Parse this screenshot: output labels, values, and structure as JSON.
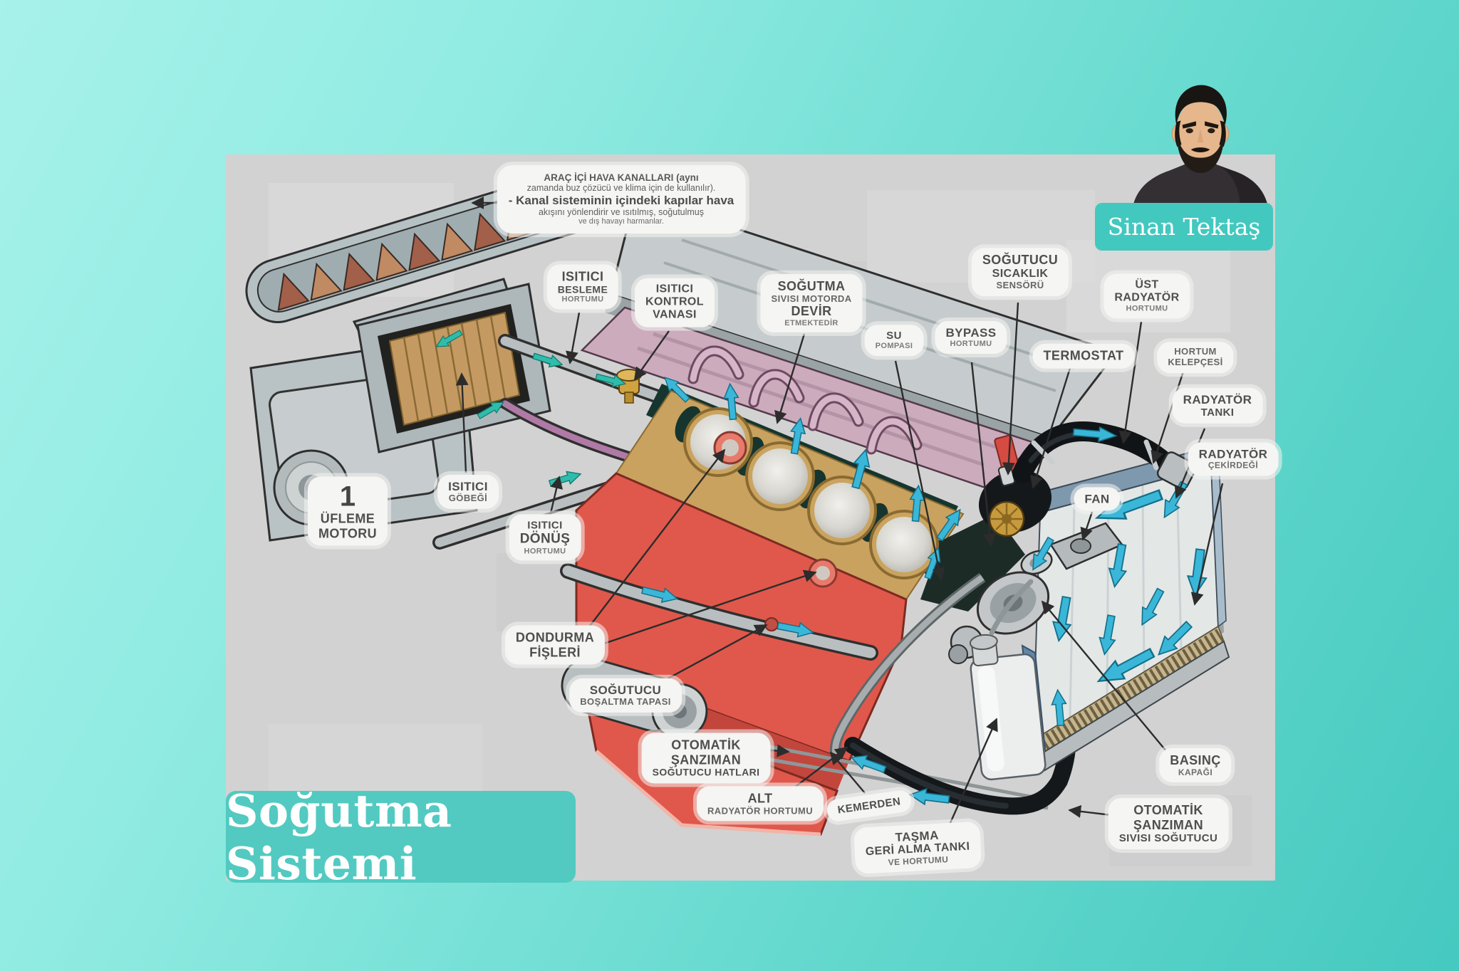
{
  "colors": {
    "accent_teal": "#4fc9c0",
    "photo_background": "#d2d2d2",
    "bubble_background": "#f5f5f3",
    "flow_arrow_blue": "#3ab7d8",
    "flow_arrow_teal": "#2fbcac",
    "engine_red": "#e0584b",
    "leader_line": "#2c2c2c"
  },
  "title_card": {
    "text": "Soğutma Sistemi"
  },
  "author": {
    "name": "Sinan Tektaş"
  },
  "note": {
    "l1": "ARAÇ İÇİ HAVA KANALLARI (aynı",
    "l2": "zamanda buz çözücü ve klima için de kullanılır).",
    "l3": "- Kanal sisteminin içindeki kapılar hava",
    "l4": "akışını yönlendirir ve ısıtılmış, soğutulmuş",
    "l5": "ve dış havayı harmanlar."
  },
  "labels": {
    "ufleme": {
      "num": "1",
      "l1": "ÜFLEME",
      "l2": "MOTORU"
    },
    "isitici_besleme": {
      "l1": "ISITICI",
      "l2": "BESLEME",
      "l3": "HORTUMU"
    },
    "isitici_kontrol": {
      "l1": "ISITICI",
      "l2": "KONTROL",
      "l3": "VANASI"
    },
    "isitici_gobegi": {
      "l1": "ISITICI",
      "l2": "GÖBEĞİ"
    },
    "isitici_donus": {
      "l1": "ISITICI",
      "l2": "DÖNÜŞ",
      "l3": "HORTUMU"
    },
    "sogutma_sivisi": {
      "l1": "SOĞUTMA",
      "l2": "SIVISI MOTORDA",
      "l3": "DEVİR",
      "l4": "ETMEKTEDİR"
    },
    "su_pompasi": {
      "l1": "SU",
      "l2": "POMPASI"
    },
    "bypass": {
      "l1": "BYPASS",
      "l2": "HORTUMU"
    },
    "sensor": {
      "l1": "SOĞUTUCU",
      "l2": "SICAKLIK",
      "l3": "SENSÖRÜ"
    },
    "termostat": {
      "l1": "TERMOSTAT"
    },
    "ust_radyator": {
      "l1": "ÜST",
      "l2": "RADYATÖR",
      "l3": "HORTUMU"
    },
    "kelepce": {
      "l1": "HORTUM",
      "l2": "KELEPÇESİ"
    },
    "radyator_tanki": {
      "l1": "RADYATÖR",
      "l2": "TANKI"
    },
    "radyator_cekirdegi": {
      "l1": "RADYATÖR",
      "l2": "ÇEKİRDEĞİ"
    },
    "fan": {
      "l1": "FAN"
    },
    "dondurma": {
      "l1": "DONDURMA",
      "l2": "FİŞLERİ"
    },
    "bosaltma": {
      "l1": "SOĞUTUCU",
      "l2": "BOŞALTMA TAPASI"
    },
    "otomatik_hatlari": {
      "l1": "OTOMATİK",
      "l2": "ŞANZIMAN",
      "l3": "SOĞUTUCU HATLARI"
    },
    "alt_radyator": {
      "l1": "ALT",
      "l2": "RADYATÖR HORTUMU"
    },
    "kemerden": {
      "l1": "KEMERDEN"
    },
    "tasma": {
      "l1": "TAŞMA",
      "l2": "GERİ ALMA TANKI",
      "l3": "VE HORTUMU"
    },
    "basinc": {
      "l1": "BASINÇ",
      "l2": "KAPAĞI"
    },
    "otomatik_sivisi": {
      "l1": "OTOMATİK",
      "l2": "ŞANZIMAN",
      "l3": "SIVISI SOĞUTUCU"
    }
  }
}
